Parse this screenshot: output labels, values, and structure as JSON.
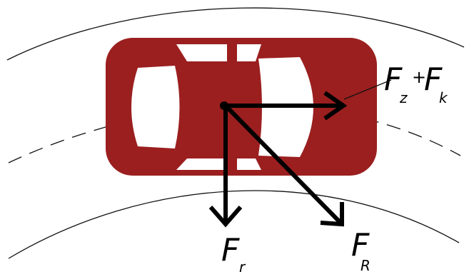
{
  "colors": {
    "car_body": "#9b1f1f",
    "windows": "#ffffff",
    "road_lines": "#111111",
    "vectors": "#000000",
    "background": "#ffffff"
  },
  "labels": {
    "sum": {
      "f1": "F",
      "sub1": "z",
      "plus": "+",
      "f2": "F",
      "sub2": "k"
    },
    "down": {
      "f": "F",
      "sub": "r"
    },
    "diag": {
      "f": "F",
      "sub": "R"
    }
  },
  "icons": [
    "car-top-view-icon",
    "arrowhead-icon"
  ]
}
